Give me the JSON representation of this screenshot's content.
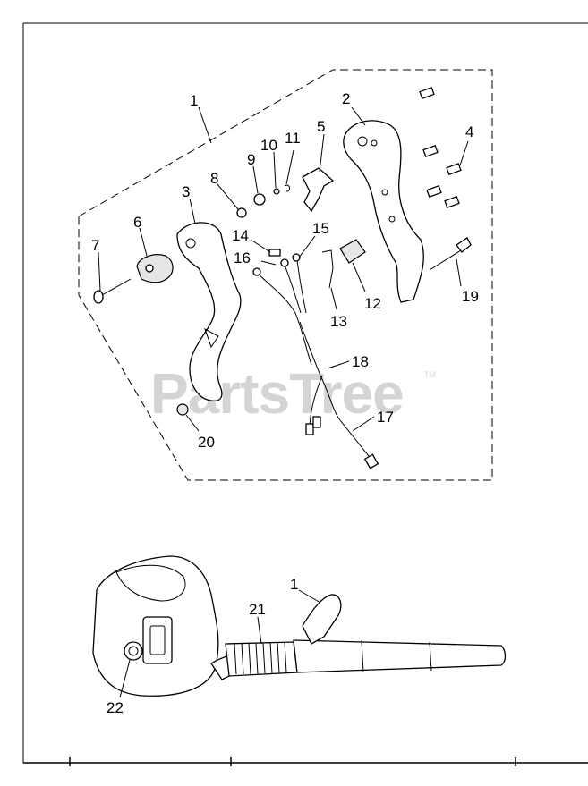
{
  "diagram": {
    "watermark": "PartsTree",
    "watermark_mark": "TM",
    "callouts": [
      {
        "id": "c1",
        "text": "1"
      },
      {
        "id": "c2",
        "text": "2"
      },
      {
        "id": "c3",
        "text": "3"
      },
      {
        "id": "c4",
        "text": "4"
      },
      {
        "id": "c5",
        "text": "5"
      },
      {
        "id": "c6",
        "text": "6"
      },
      {
        "id": "c7",
        "text": "7"
      },
      {
        "id": "c8",
        "text": "8"
      },
      {
        "id": "c9",
        "text": "9"
      },
      {
        "id": "c10",
        "text": "10"
      },
      {
        "id": "c11",
        "text": "11"
      },
      {
        "id": "c12",
        "text": "12"
      },
      {
        "id": "c13",
        "text": "13"
      },
      {
        "id": "c14",
        "text": "14"
      },
      {
        "id": "c15",
        "text": "15"
      },
      {
        "id": "c16",
        "text": "16"
      },
      {
        "id": "c17",
        "text": "17"
      },
      {
        "id": "c18",
        "text": "18"
      },
      {
        "id": "c19",
        "text": "19"
      },
      {
        "id": "c20",
        "text": "20"
      },
      {
        "id": "c21",
        "text": "21"
      },
      {
        "id": "c1b",
        "text": "1"
      },
      {
        "id": "c22",
        "text": "22"
      }
    ]
  }
}
